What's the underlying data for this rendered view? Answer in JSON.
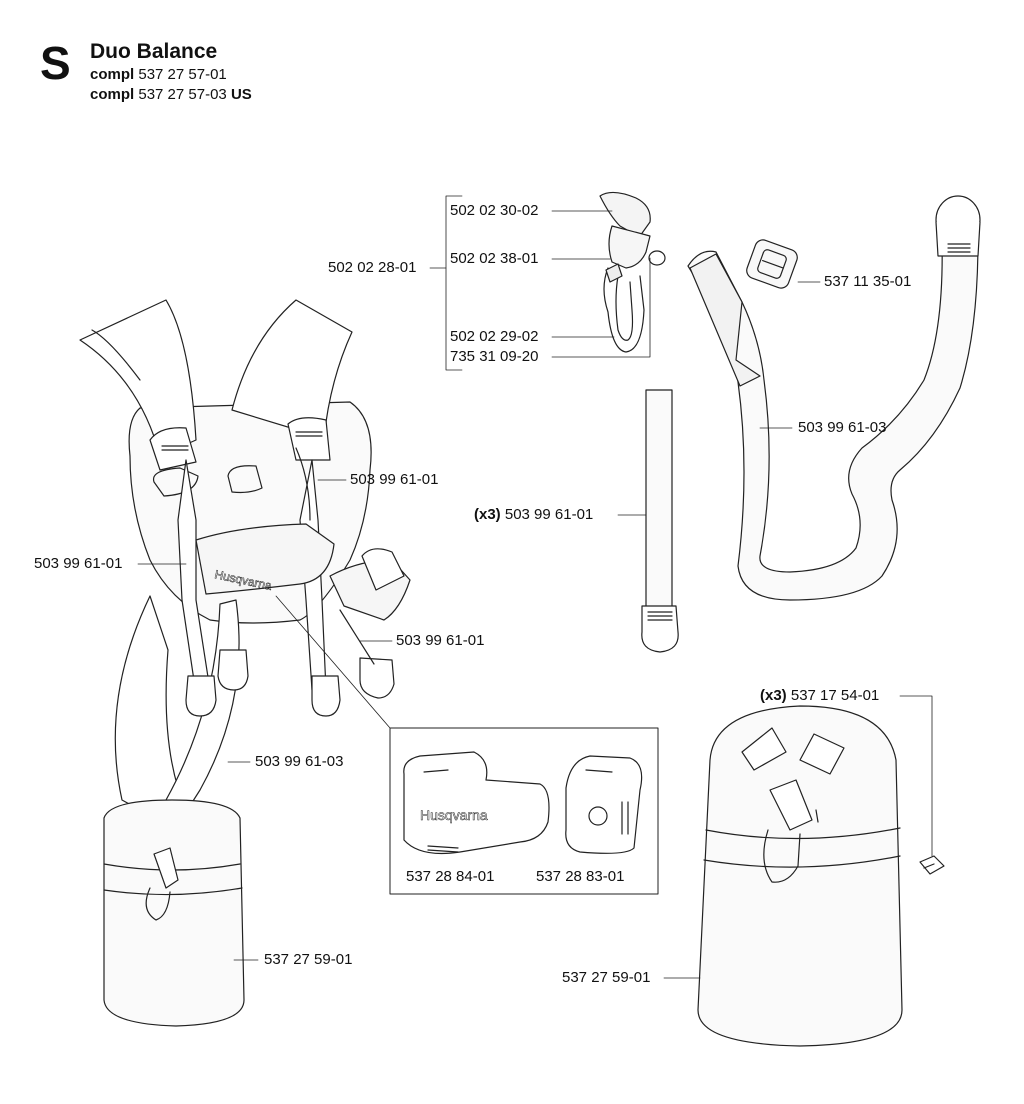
{
  "header": {
    "section_letter": "S",
    "title": "Duo Balance",
    "compl_word": "compl",
    "compl_1": "537 27 57-01",
    "compl_2": "537 27 57-03",
    "us_suffix": "US"
  },
  "part_labels": {
    "p1": "502 02 28-01",
    "p2": "502 02 30-02",
    "p3": "502 02 38-01",
    "p4": "502 02 29-02",
    "p5": "735 31 09-20",
    "p6": "537 11 35-01",
    "p7": "503 99 61-03",
    "p8": "503 99 61-01",
    "p9": "503 99 61-01",
    "p10": "503 99 61-01",
    "p11": "503 99 61-01",
    "p12": "503 99 61-03",
    "p13": "537 27 59-01",
    "p14": "537 28 84-01",
    "p15": "537 28 83-01",
    "p16": "537 17 54-01",
    "p17": "537 27 59-01"
  },
  "qty_x3": "(x3)",
  "brand": "Husqvarna"
}
